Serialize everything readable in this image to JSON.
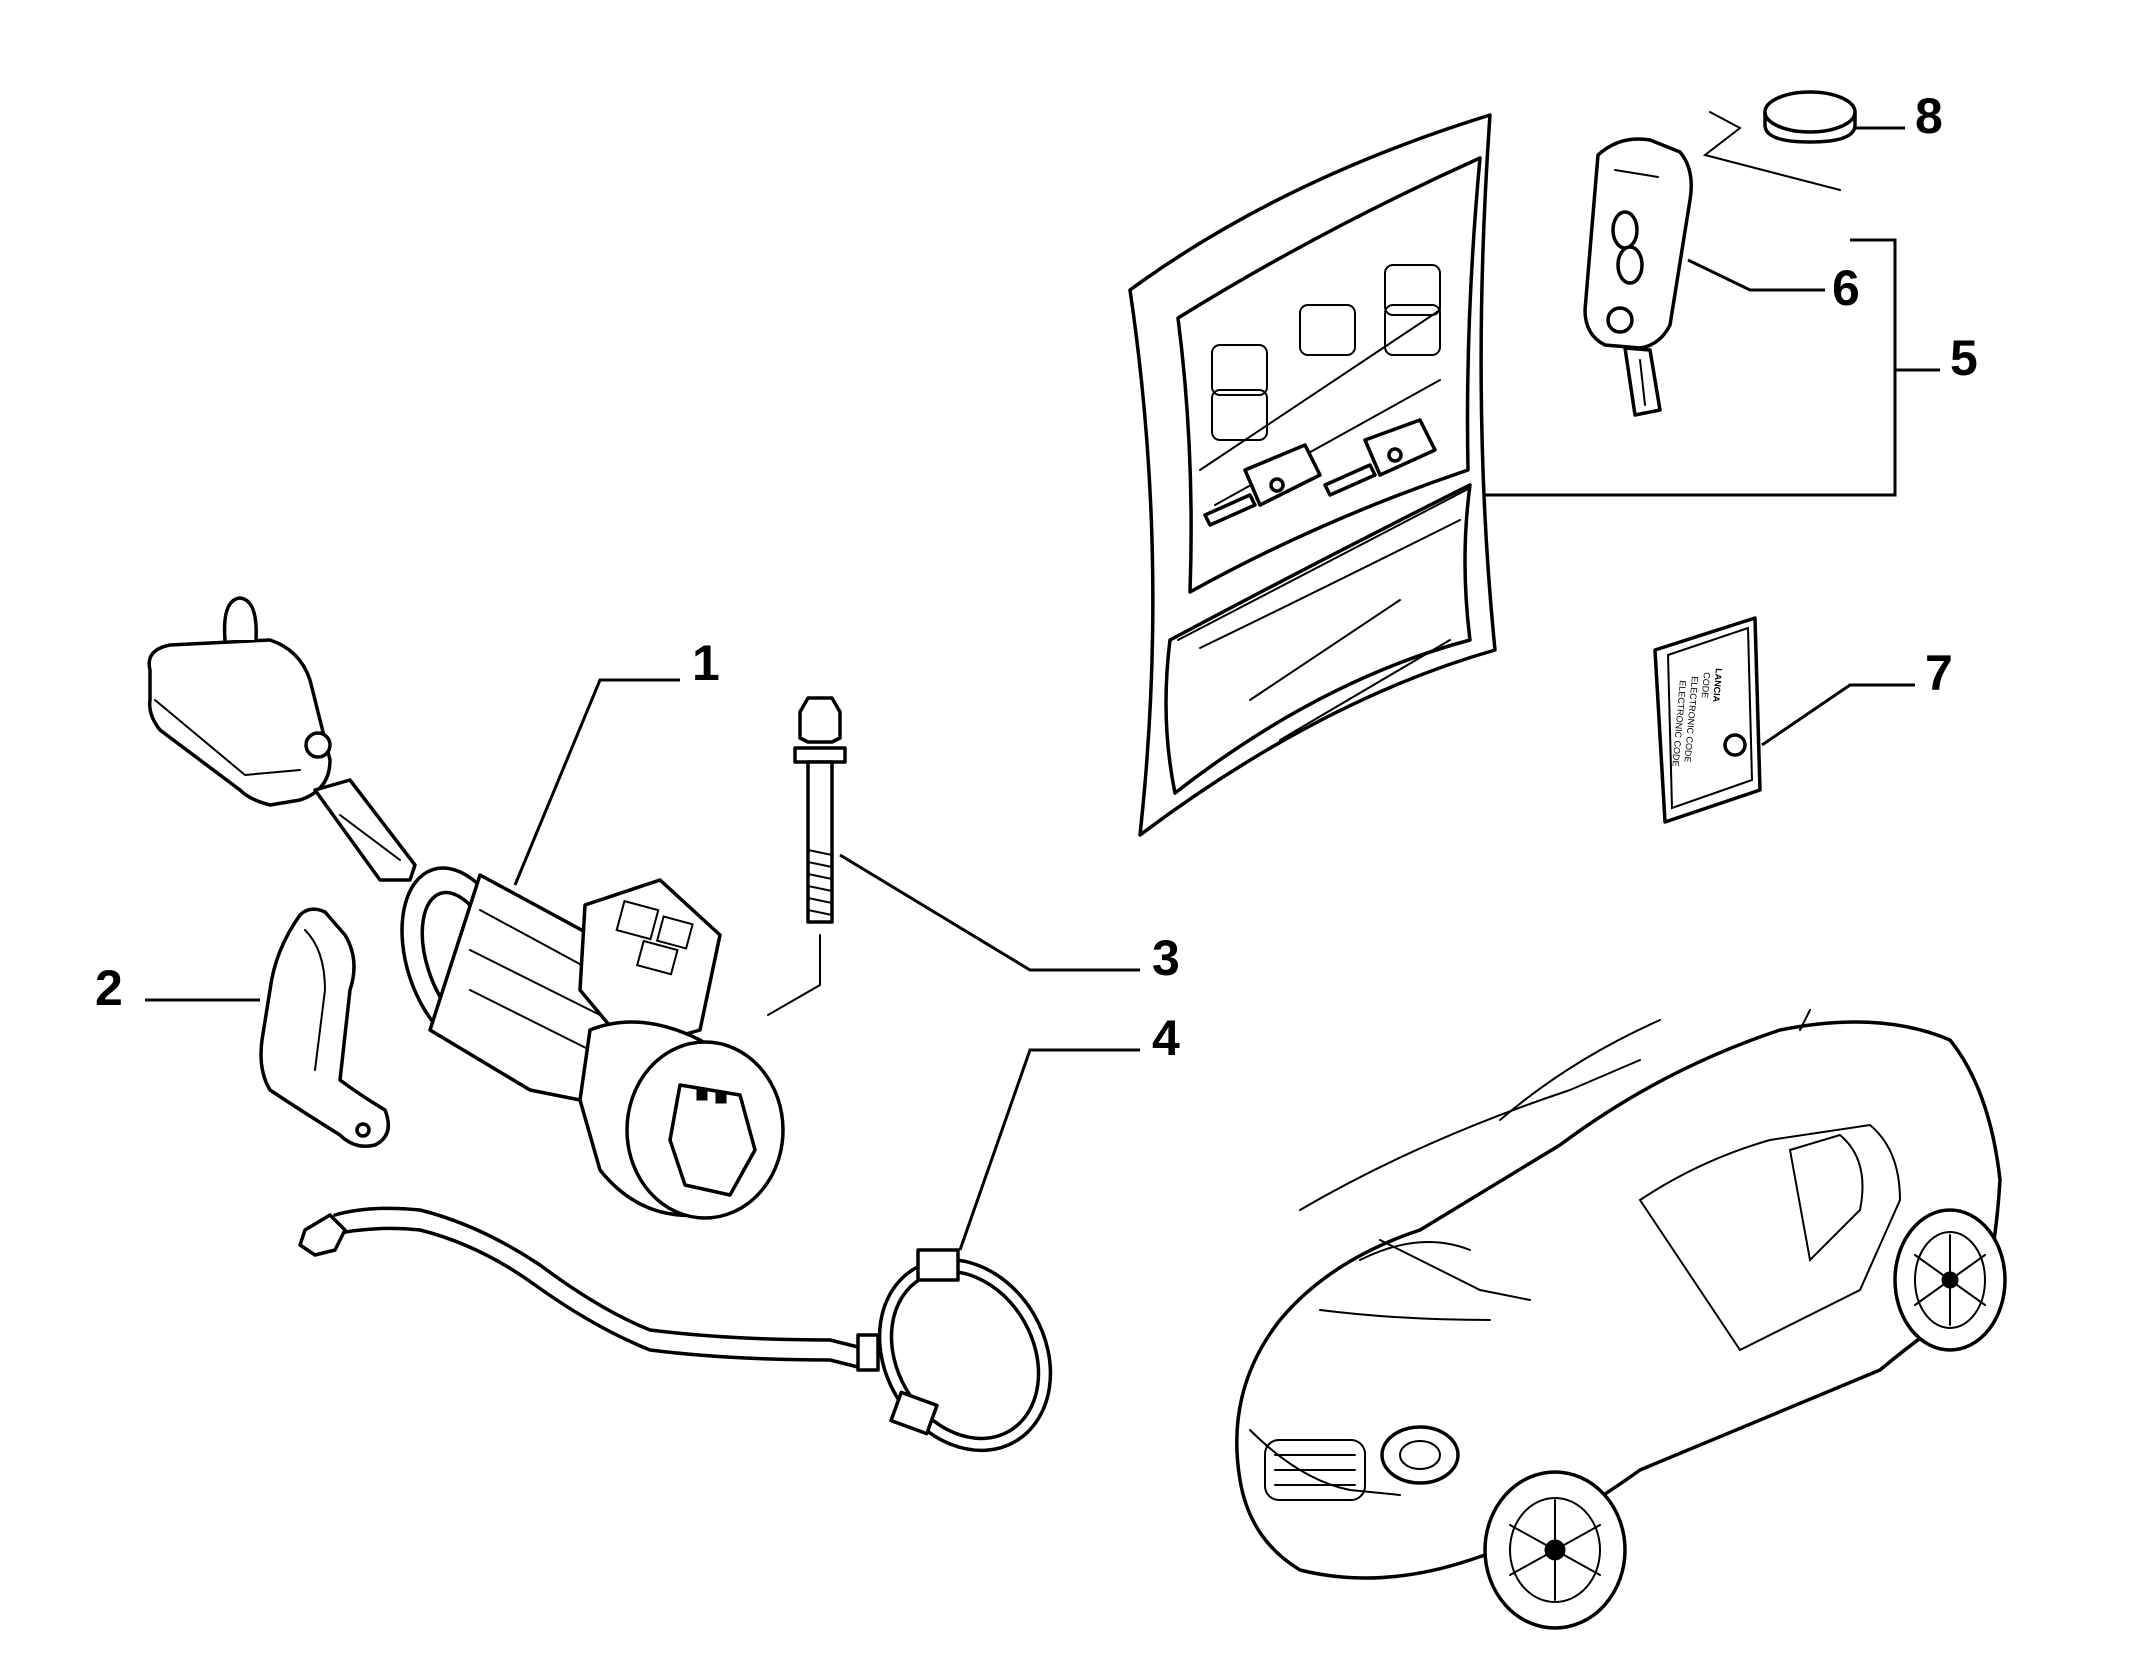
{
  "callouts": [
    {
      "id": "1",
      "label": "1",
      "part": "ignition-lock-cylinder"
    },
    {
      "id": "2",
      "label": "2",
      "part": "retaining-bracket"
    },
    {
      "id": "3",
      "label": "3",
      "part": "shear-bolt"
    },
    {
      "id": "4",
      "label": "4",
      "part": "immobilizer-antenna-ring"
    },
    {
      "id": "5",
      "label": "5",
      "part": "key-set-package"
    },
    {
      "id": "6",
      "label": "6",
      "part": "remote-flip-key"
    },
    {
      "id": "7",
      "label": "7",
      "part": "code-card"
    },
    {
      "id": "8",
      "label": "8",
      "part": "battery"
    }
  ],
  "code_card": {
    "brand": "LANCIA",
    "line1": "CODE",
    "line2": "ELECTRONIC CODE",
    "line3": "ELECTRONIC CODE"
  },
  "colors": {
    "line": "#000000",
    "background": "#ffffff"
  }
}
